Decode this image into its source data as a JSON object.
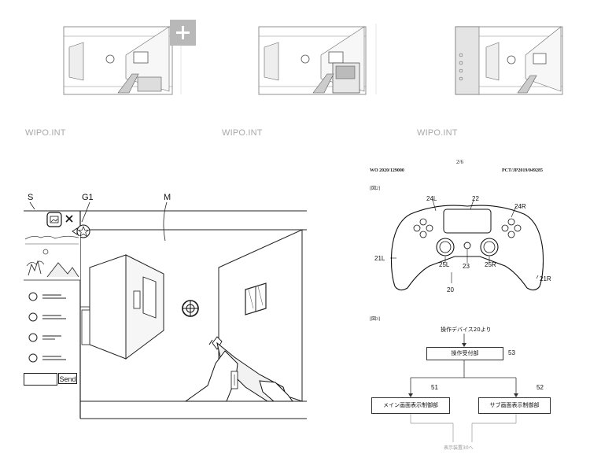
{
  "thumbnails": [
    {
      "source": "WIPO.INT"
    },
    {
      "source": "WIPO.INT"
    },
    {
      "source": "WIPO.INT"
    }
  ],
  "plus_icon": "plus-icon",
  "screen_figure": {
    "labels": {
      "s": "S",
      "g1": "G1",
      "m": "M"
    },
    "send_label": "Send",
    "icons": [
      "image-icon",
      "close-icon",
      "triangle-left-icon",
      "star-icon",
      "crosshair-icon"
    ]
  },
  "doc_page": {
    "page_number": "2/6",
    "pub_number": "WO 2020/129000",
    "app_number": "PCT/JP2019/049285",
    "fig2_label": "[図2]",
    "fig3_label": "[図3]",
    "controller_labels": {
      "l24l": "24L",
      "l22": "22",
      "l24r": "24R",
      "l21l": "21L",
      "l25l": "25L",
      "l23": "23",
      "l25r": "25R",
      "l21r": "21R",
      "l20": "20"
    },
    "flow": {
      "input_label": "操作デバイス20より",
      "receiver": "操作受付部",
      "receiver_num": "53",
      "main_ctrl": "メイン画面表示制御部",
      "main_num": "51",
      "sub_ctrl": "サブ画面表示制御部",
      "sub_num": "52",
      "output_label": "表示装置30へ"
    }
  }
}
